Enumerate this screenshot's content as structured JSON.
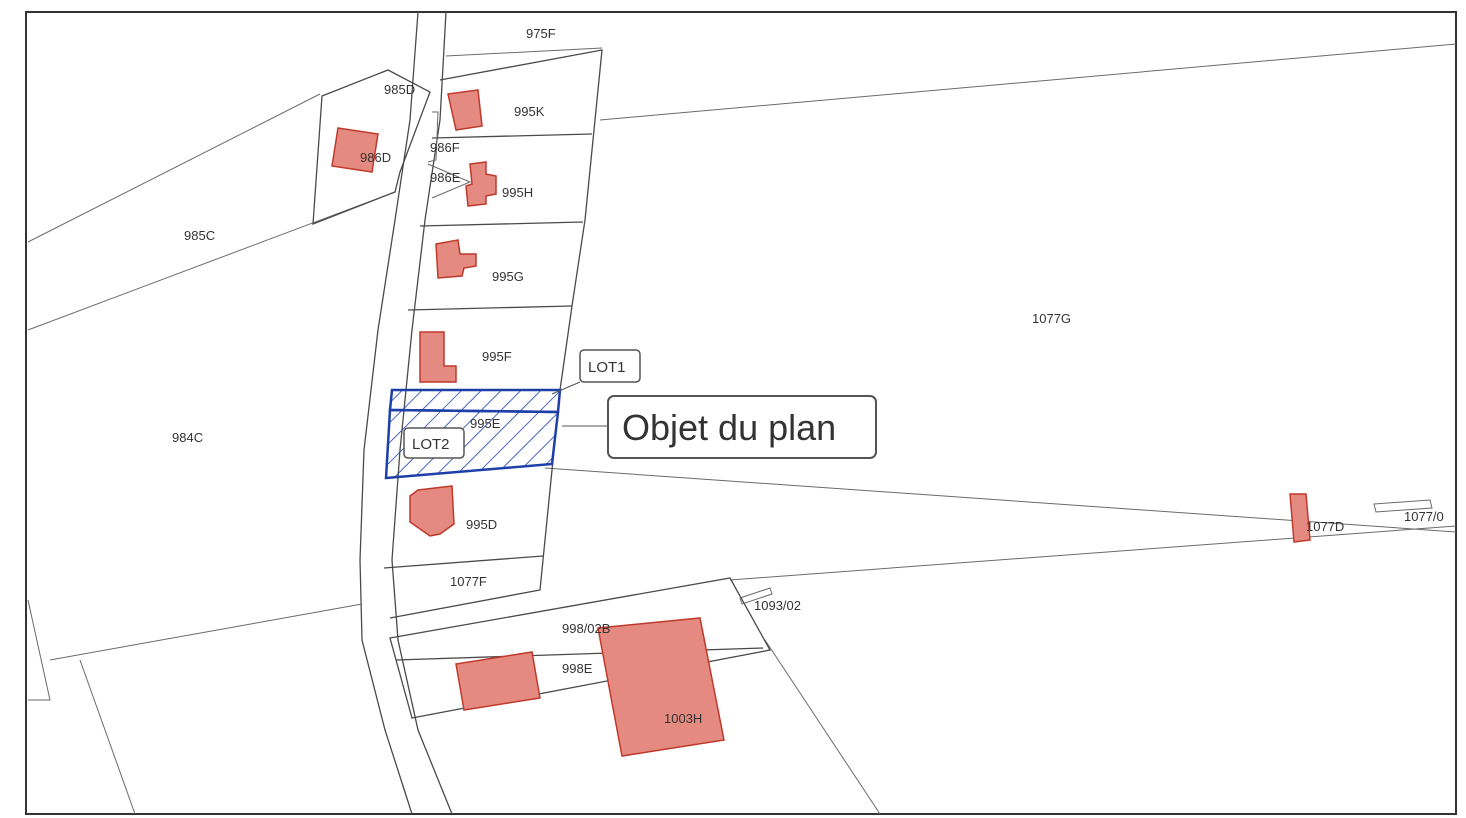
{
  "map": {
    "callout": {
      "label": "Objet du plan"
    },
    "lots": [
      {
        "id": "lot1",
        "label": "LOT1"
      },
      {
        "id": "lot2",
        "label": "LOT2"
      }
    ],
    "parcels": {
      "p975f": "975F",
      "p985d": "985D",
      "p995k": "995K",
      "p986d": "986D",
      "p986f": "986F",
      "p986e": "986E",
      "p995h": "995H",
      "p985c": "985C",
      "p995g": "995G",
      "p1077g": "1077G",
      "p995f": "995F",
      "p995e": "995E",
      "p984c": "984C",
      "p995d": "995D",
      "p1077d": "1077D",
      "p1077_0": "1077/0",
      "p1077f": "1077F",
      "p1093_02": "1093/02",
      "p998_02b": "998/02B",
      "p998e": "998E",
      "p1003h": "1003H"
    },
    "colors": {
      "building_fill": "#e58a80",
      "building_stroke": "#c0392b",
      "hatch": "#1f3fa8"
    }
  }
}
